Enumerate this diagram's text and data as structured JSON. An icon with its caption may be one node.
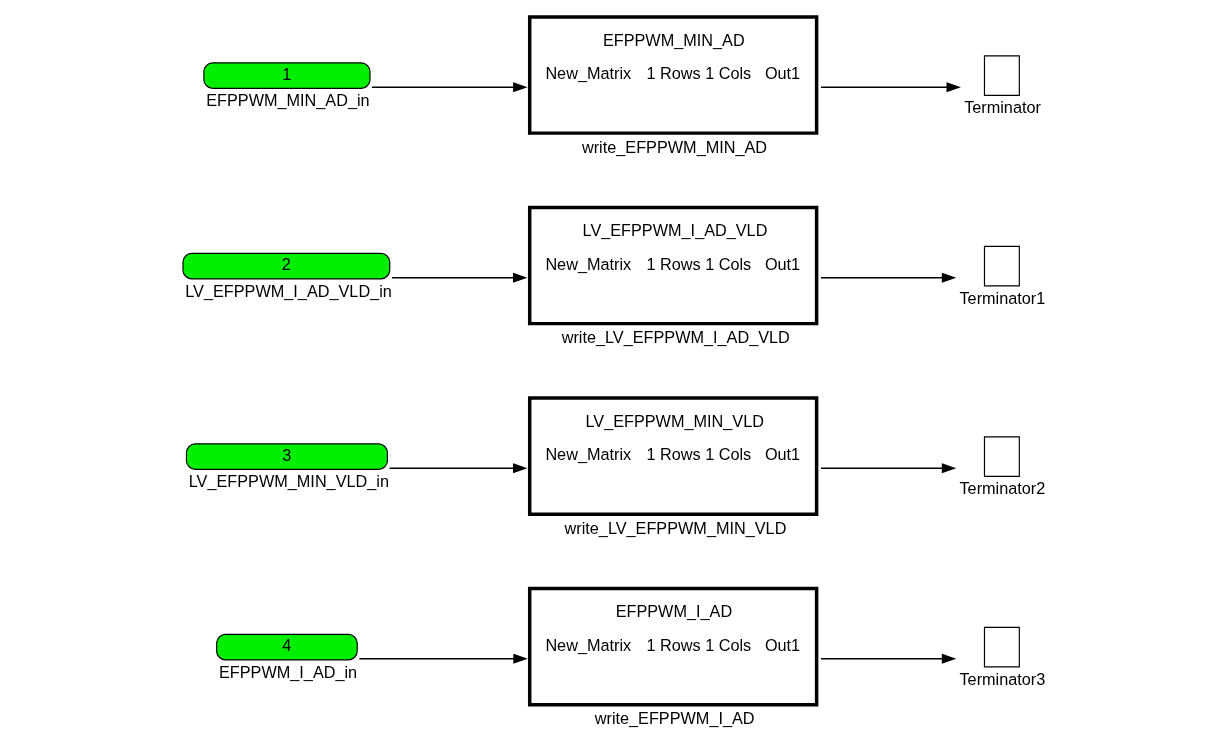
{
  "diagram": {
    "nodes": [
      {
        "text": [
          "1"
        ],
        "beside": [
          "EFPPWM_MIN_AD_in"
        ]
      },
      {
        "text": [
          "EFPPWM_MIN_AD",
          "New_Matrix",
          "1 Rows 1 Cols",
          "Out1"
        ],
        "beside": [
          "write_EFPPWM_MIN_AD"
        ]
      },
      {
        "text": [],
        "shape": "box",
        "beside": [
          "Terminator"
        ]
      },
      {
        "text": [
          "2"
        ],
        "beside": [
          "LV_EFPPWM_I_AD_VLD_in"
        ]
      },
      {
        "text": [
          "LV_EFPPWM_I_AD_VLD",
          "New_Matrix",
          "1 Rows 1 Cols",
          "Out1"
        ],
        "beside": [
          "write_LV_EFPPWM_I_AD_VLD"
        ]
      },
      {
        "text": [],
        "shape": "box",
        "beside": [
          "Terminator1"
        ]
      },
      {
        "text": [
          "3"
        ],
        "beside": [
          "LV_EFPPWM_MIN_VLD_in"
        ]
      },
      {
        "text": [
          "LV_EFPPWM_MIN_VLD",
          "New_Matrix",
          "1 Rows 1 Cols",
          "Out1"
        ],
        "beside": [
          "write_LV_EFPPWM_MIN_VLD"
        ]
      },
      {
        "text": [],
        "shape": "box",
        "beside": [
          "Terminator2"
        ]
      },
      {
        "text": [
          "4"
        ],
        "beside": [
          "EFPPWM_I_AD_in"
        ]
      },
      {
        "text": [
          "EFPPWM_I_AD",
          "New_Matrix",
          "1 Rows 1 Cols",
          "Out1"
        ],
        "beside": [
          "write_EFPPWM_I_AD"
        ]
      },
      {
        "text": [],
        "shape": "box",
        "beside": [
          "Terminator3"
        ]
      }
    ],
    "edges": [
      {
        "from": 0,
        "to": 1,
        "arrow": "to"
      },
      {
        "from": 1,
        "to": 2,
        "arrow": "to"
      },
      {
        "from": 3,
        "to": 4,
        "arrow": "to"
      },
      {
        "from": 4,
        "to": 5,
        "arrow": "to"
      },
      {
        "from": 6,
        "to": 7,
        "arrow": "to"
      },
      {
        "from": 7,
        "to": 8,
        "arrow": "to"
      },
      {
        "from": 9,
        "to": 10,
        "arrow": "to"
      },
      {
        "from": 10,
        "to": 11,
        "arrow": "to"
      }
    ]
  }
}
